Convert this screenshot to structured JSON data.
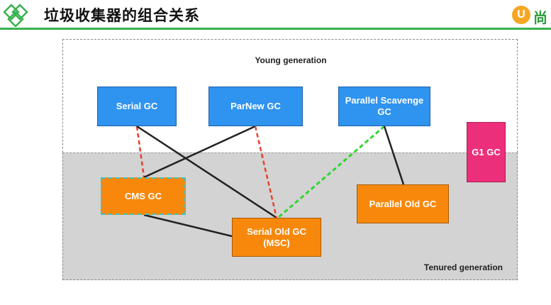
{
  "header": {
    "title": "垃圾收集器的组合关系",
    "brand_glyph": "U",
    "brand_text": "尚"
  },
  "diagram": {
    "young_label": "Young generation",
    "tenured_label": "Tenured generation",
    "collectors": {
      "serial": "Serial GC",
      "parnew": "ParNew GC",
      "parallel_scavenge": "Parallel Scavenge GC",
      "g1": "G1 GC",
      "cms": "CMS GC",
      "parallel_old": "Parallel Old GC",
      "serial_old": "Serial Old GC (MSC)"
    },
    "connections": [
      {
        "from": "serial",
        "to": "cms",
        "style": "dashed",
        "color": "#e8402a"
      },
      {
        "from": "serial",
        "to": "serial_old",
        "style": "solid",
        "color": "#222222"
      },
      {
        "from": "parnew",
        "to": "cms",
        "style": "solid",
        "color": "#222222"
      },
      {
        "from": "parnew",
        "to": "serial_old",
        "style": "dashed",
        "color": "#e8402a"
      },
      {
        "from": "parallel_scavenge",
        "to": "serial_old",
        "style": "dashed",
        "color": "#2ed62e"
      },
      {
        "from": "parallel_scavenge",
        "to": "parallel_old",
        "style": "solid",
        "color": "#222222"
      },
      {
        "from": "cms",
        "to": "serial_old",
        "style": "solid",
        "color": "#222222"
      }
    ]
  },
  "colors": {
    "accent_rule": "#37b24d",
    "young_gc": "#2f93f0",
    "old_gc": "#f7880b",
    "g1": "#ec2f7b",
    "tenured_bg": "#d3d3d3"
  }
}
